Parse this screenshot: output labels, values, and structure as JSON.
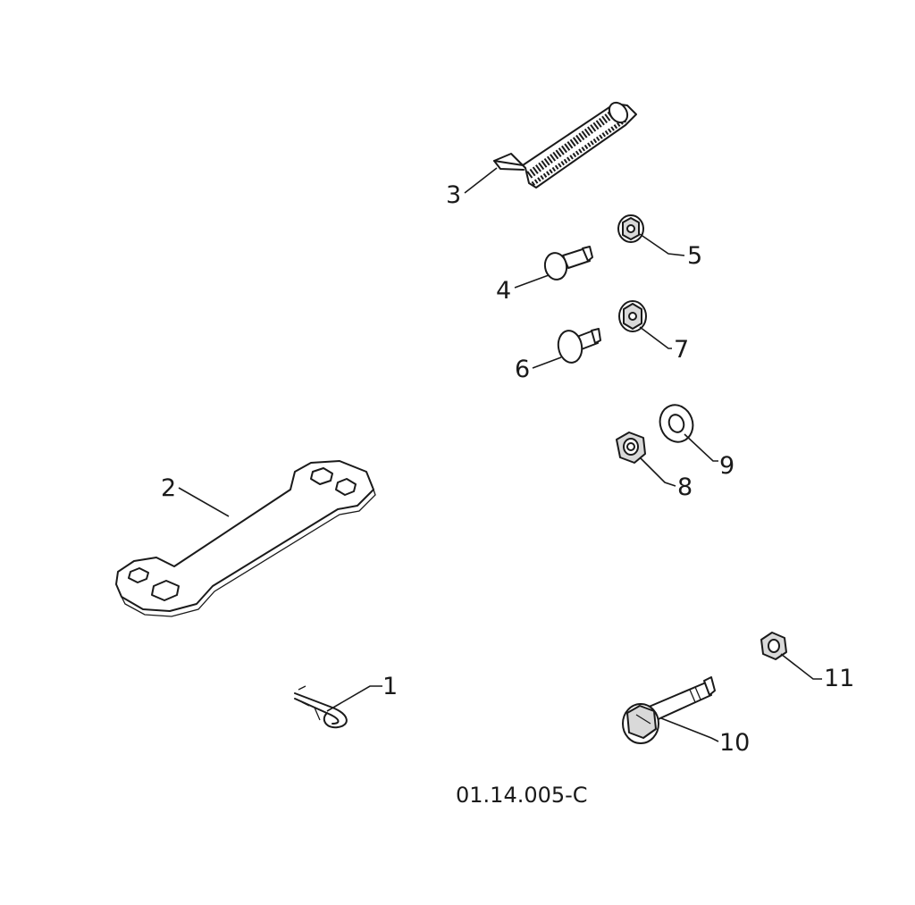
{
  "figure": {
    "code": "01.14.005-C",
    "callouts": [
      {
        "id": "1",
        "part": "hair-pin-clip"
      },
      {
        "id": "2",
        "part": "wrench-plate"
      },
      {
        "id": "3",
        "part": "bent-pin"
      },
      {
        "id": "4",
        "part": "clevis-pin-small"
      },
      {
        "id": "5",
        "part": "flange-nut-small"
      },
      {
        "id": "6",
        "part": "clevis-pin-large"
      },
      {
        "id": "7",
        "part": "flange-nut-medium"
      },
      {
        "id": "8",
        "part": "lock-nut"
      },
      {
        "id": "9",
        "part": "flat-washer"
      },
      {
        "id": "10",
        "part": "flange-bolt"
      },
      {
        "id": "11",
        "part": "hex-nut"
      }
    ]
  }
}
